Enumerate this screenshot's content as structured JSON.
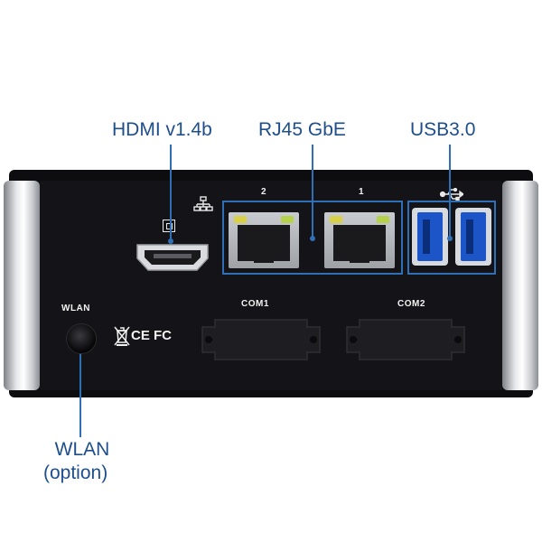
{
  "callouts": {
    "hdmi": "HDMI v1.4b",
    "rj45": "RJ45 GbE",
    "usb": "USB3.0",
    "wlan_line1": "WLAN",
    "wlan_line2": "(option)"
  },
  "panel_labels": {
    "lan2": "2",
    "lan1": "1",
    "wlan": "WLAN",
    "com1": "COM1",
    "com2": "COM2",
    "cert": "CE FC"
  },
  "colors": {
    "callout_text": "#1f4e8c",
    "callout_line": "#2f6fb5",
    "chassis": "#0d0d10",
    "usb_blue": "#1b55c8"
  },
  "icons": [
    "network-icon",
    "hdmi-symbol-icon",
    "usb-symbol-icon",
    "weee-bin-icon"
  ]
}
